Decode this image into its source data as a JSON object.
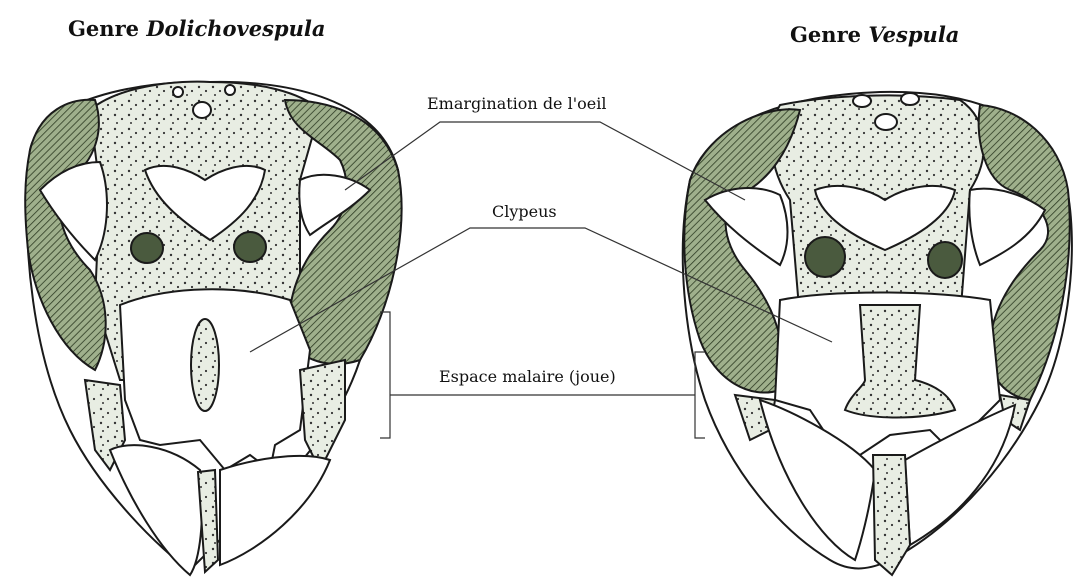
{
  "titles": {
    "left": {
      "prefix": "Genre",
      "genus": "Dolichovespula"
    },
    "right": {
      "prefix": "Genre",
      "genus": "Vespula"
    }
  },
  "labels": {
    "eye_emargination": "Emargination de l'oeil",
    "clypeus": "Clypeus",
    "malar_space": "Espace malaire (joue)"
  },
  "colors": {
    "ink": "#1a1a1a",
    "speckled_fill": "#e8ede3",
    "eye_fill": "#9fb08c",
    "ocellus_fill": "#4a5a3e"
  }
}
